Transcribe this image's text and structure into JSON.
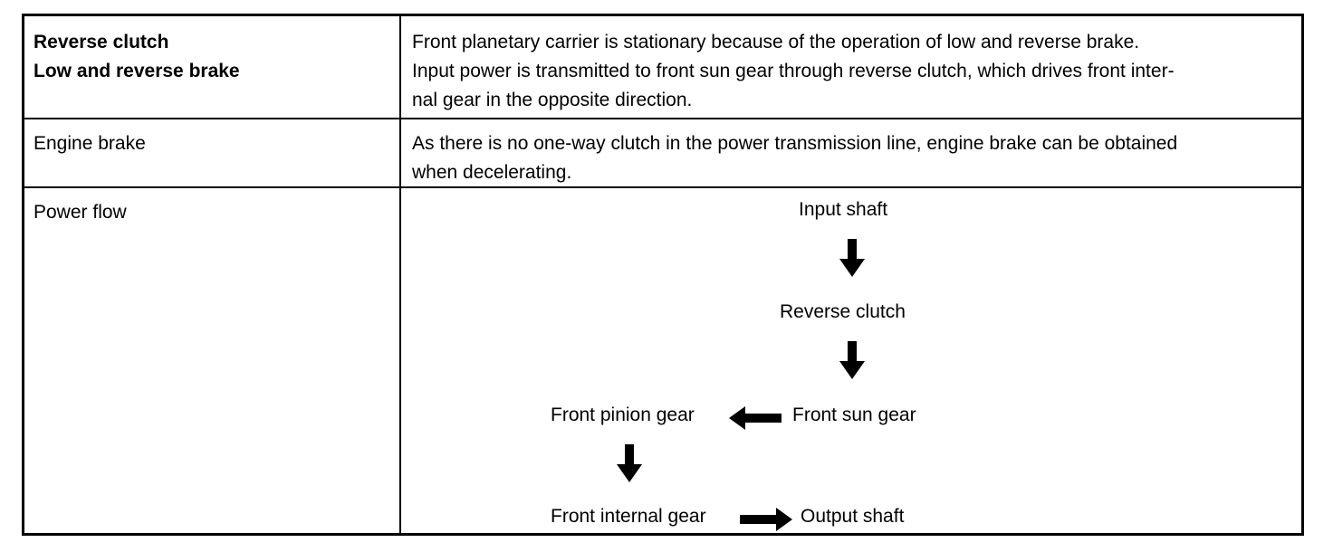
{
  "rows": [
    {
      "left": [
        "Reverse clutch",
        "Low and reverse brake"
      ],
      "right": [
        "Front planetary carrier is stationary because of the operation of low and reverse brake.",
        "Input power is transmitted to front sun gear through reverse clutch, which drives front inter-",
        "nal gear in the opposite direction."
      ]
    },
    {
      "left": "Engine brake",
      "right": [
        "As there is no one-way clutch in the power transmission line, engine brake can be obtained",
        "when decelerating."
      ]
    },
    {
      "left": "Power flow"
    }
  ],
  "flow": {
    "input_shaft": "Input shaft",
    "reverse_clutch": "Reverse clutch",
    "front_sun_gear": "Front sun gear",
    "front_pinion_gear": "Front pinion gear",
    "front_internal_gear": "Front internal gear",
    "output_shaft": "Output shaft"
  }
}
